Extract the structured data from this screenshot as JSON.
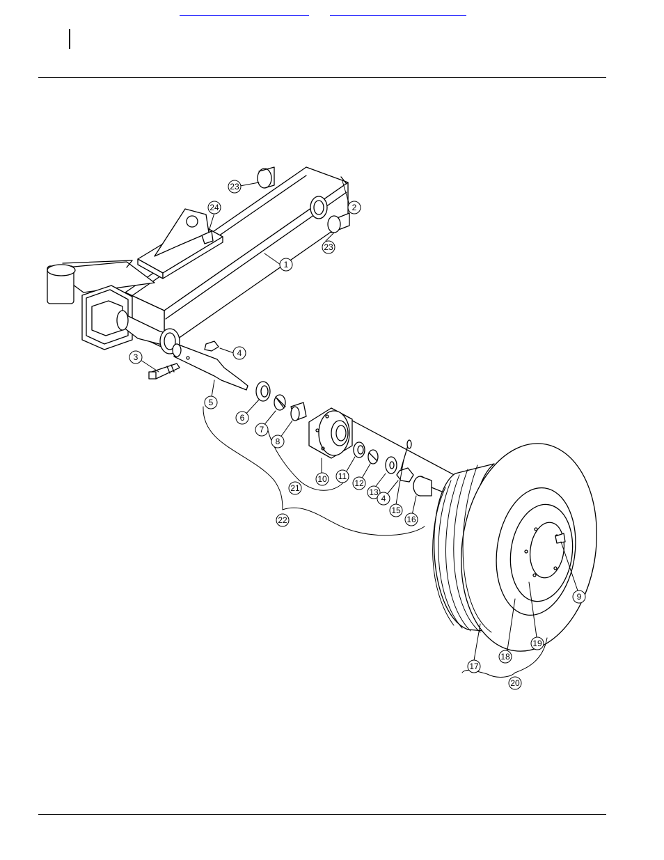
{
  "header": {
    "links": [
      "",
      ""
    ]
  },
  "callouts": {
    "c1": "1",
    "c2": "2",
    "c3": "3",
    "c4a": "4",
    "c4b": "4",
    "c5": "5",
    "c6": "6",
    "c7": "7",
    "c8": "8",
    "c9": "9",
    "c10": "10",
    "c11": "11",
    "c12": "12",
    "c13": "13",
    "c15": "15",
    "c16": "16",
    "c17": "17",
    "c18": "18",
    "c19": "19",
    "c20": "20",
    "c21": "21",
    "c22": "22",
    "c23a": "23",
    "c23b": "23",
    "c24": "24"
  }
}
